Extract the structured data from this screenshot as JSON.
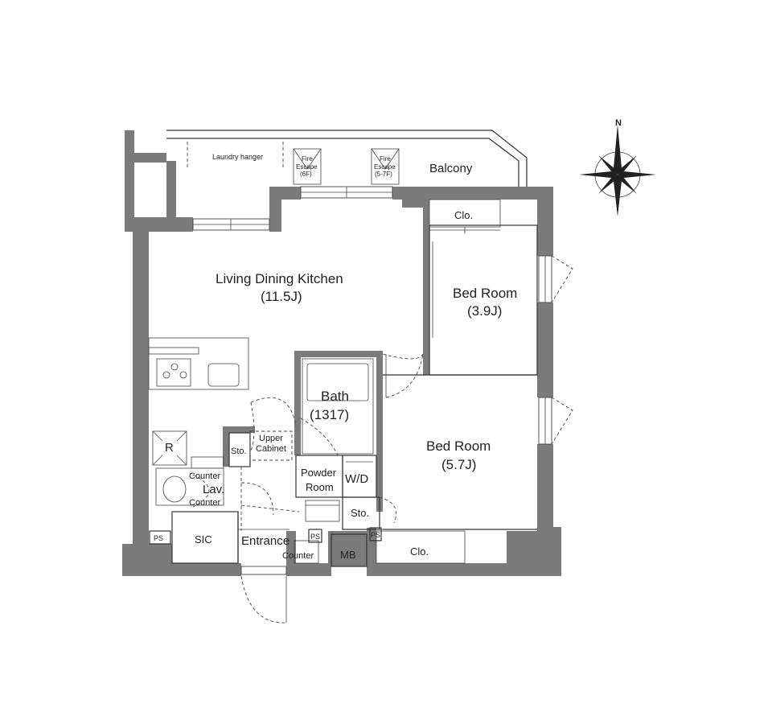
{
  "plan": {
    "rooms": {
      "ldk_name": "Living Dining Kitchen",
      "ldk_size": "(11.5J)",
      "bed1_name": "Bed Room",
      "bed1_size": "(3.9J)",
      "bed2_name": "Bed Room",
      "bed2_size": "(5.7J)",
      "bath_name": "Bath",
      "bath_size": "(1317)",
      "powder_line1": "Powder",
      "powder_line2": "Room",
      "wd": "W/D",
      "lav": "Lav.",
      "sic": "SIC",
      "entrance": "Entrance",
      "mb": "MB"
    },
    "labels": {
      "balcony": "Balcony",
      "laundry": "Laundry hanger",
      "fire1_l1": "Fire",
      "fire1_l2": "Escape",
      "fire1_l3": "(6F)",
      "fire2_l1": "Fire",
      "fire2_l2": "Escape",
      "fire2_l3": "(5-7F)",
      "clo_top": "Clo.",
      "clo_bottom": "Clo.",
      "sto1": "Sto.",
      "sto2": "Sto.",
      "upper1": "Upper",
      "upper2": "Cabinet",
      "counter1": "Counter",
      "counter2": "Counter",
      "counter3": "Counter",
      "ps1": "PS",
      "ps2": "PS",
      "ps3": "PS",
      "fridge": "R"
    },
    "compass": {
      "north": "N"
    }
  }
}
